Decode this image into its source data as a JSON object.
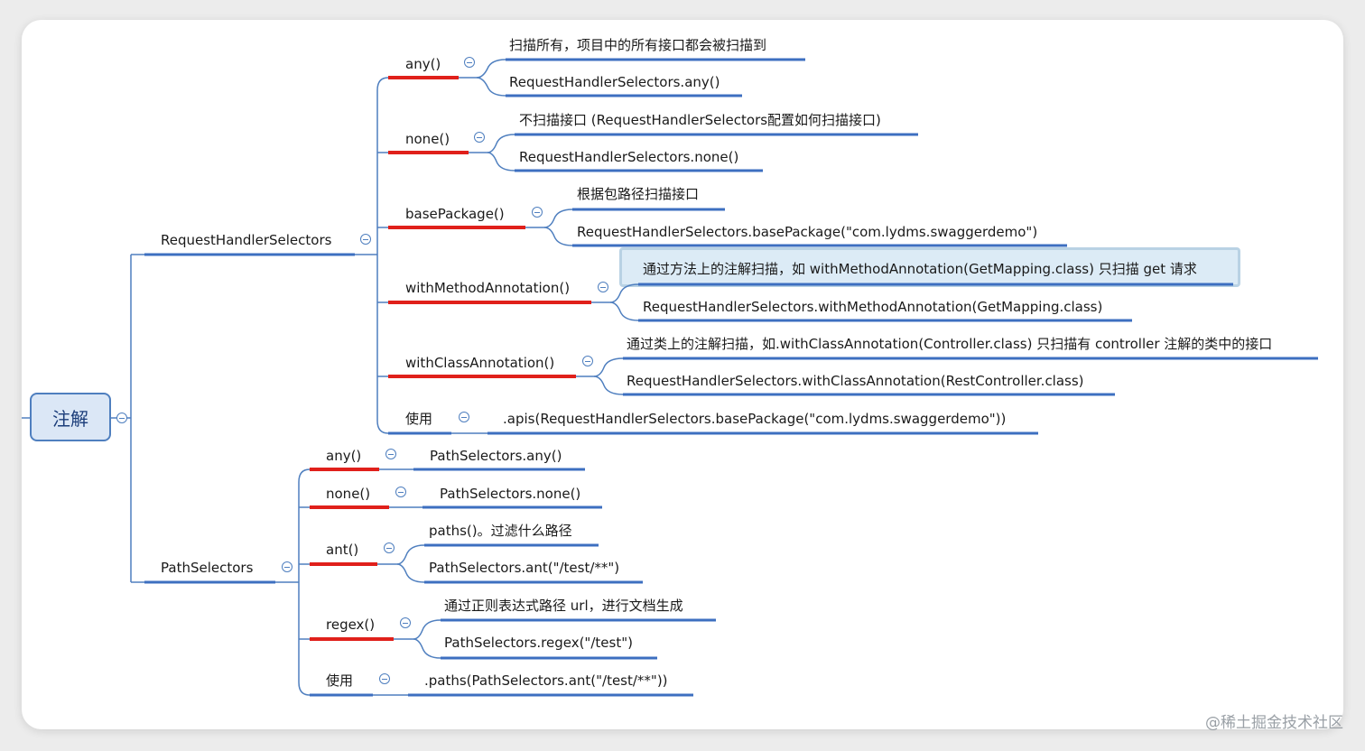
{
  "root": {
    "label": "注解"
  },
  "rhs": {
    "label": "RequestHandlerSelectors",
    "any": {
      "label": "any()",
      "desc": "扫描所有，项目中的所有接口都会被扫描到",
      "code": "RequestHandlerSelectors.any()"
    },
    "none": {
      "label": "none()",
      "desc": "不扫描接口 (RequestHandlerSelectors配置如何扫描接口)",
      "code": "RequestHandlerSelectors.none()"
    },
    "basePackage": {
      "label": "basePackage()",
      "desc": "根据包路径扫描接口",
      "code": "RequestHandlerSelectors.basePackage(\"com.lydms.swaggerdemo\")"
    },
    "withMethodAnnotation": {
      "label": "withMethodAnnotation()",
      "desc": "通过方法上的注解扫描，如 withMethodAnnotation(GetMapping.class) 只扫描 get 请求",
      "code": "RequestHandlerSelectors.withMethodAnnotation(GetMapping.class)"
    },
    "withClassAnnotation": {
      "label": "withClassAnnotation()",
      "desc": "通过类上的注解扫描，如.withClassAnnotation(Controller.class) 只扫描有 controller 注解的类中的接口",
      "code": "RequestHandlerSelectors.withClassAnnotation(RestController.class)"
    },
    "usage": {
      "label": "使用",
      "code": ".apis(RequestHandlerSelectors.basePackage(\"com.lydms.swaggerdemo\"))"
    }
  },
  "ps": {
    "label": "PathSelectors",
    "any": {
      "label": "any()",
      "code": "PathSelectors.any()"
    },
    "none": {
      "label": "none()",
      "code": "PathSelectors.none()"
    },
    "ant": {
      "label": "ant()",
      "desc": "paths()。过滤什么路径",
      "code": "PathSelectors.ant(\"/test/**\")"
    },
    "regex": {
      "label": "regex()",
      "desc": "通过正则表达式路径 url，进行文档生成",
      "code": "PathSelectors.regex(\"/test\")"
    },
    "usage": {
      "label": "使用",
      "code": ".paths(PathSelectors.ant(\"/test/**\"))"
    }
  },
  "watermark": "@稀土掘金技术社区",
  "colors": {
    "branch": "#4f7fbf",
    "underline": "#3d6fc0",
    "accent_red": "#e0201b",
    "highlight": "#dcebf6"
  }
}
